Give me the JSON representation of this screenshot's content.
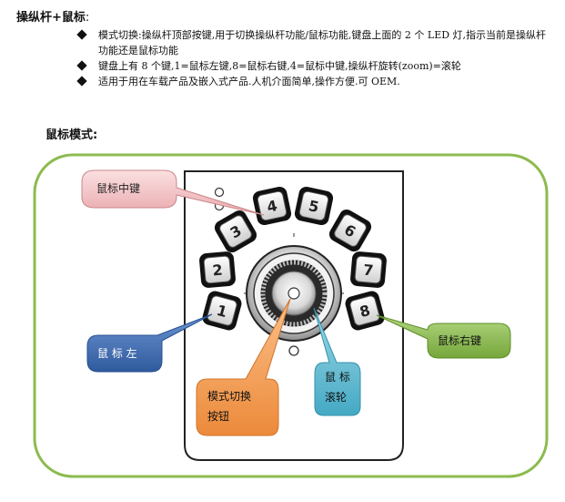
{
  "header": {
    "title": "操纵杆+鼠标",
    "colon": ":"
  },
  "bullets": [
    "模式切换:操纵杆顶部按键,用于切换操纵杆功能/鼠标功能,键盘上面的 2 个 LED 灯,指示当前是操纵杆功能还是鼠标功能",
    "键盘上有 8 个键,1=鼠标左键,8=鼠标右键,4=鼠标中键,操纵杆旋转(zoom)=滚轮",
    "适用于用在车载产品及嵌入式产品.人机介面简单,操作方便.可 OEM."
  ],
  "section": {
    "title": "鼠标模式:"
  },
  "keys": [
    "1",
    "2",
    "3",
    "4",
    "5",
    "6",
    "7",
    "8"
  ],
  "callouts": {
    "middle": "鼠标中键",
    "left": "鼠 标 左",
    "right": "鼠标右键",
    "mode_line1": "模式切换",
    "mode_line2": "按钮",
    "wheel_line1": "鼠 标",
    "wheel_line2": "滚轮"
  },
  "colors": {
    "frame_border": "#8dbb4f",
    "callout_middle": "#f4c7c9",
    "callout_left": "#3f6fb5",
    "callout_right": "#8cbd4c",
    "callout_mode": "#f4a25c",
    "callout_wheel": "#5fbcd3"
  }
}
